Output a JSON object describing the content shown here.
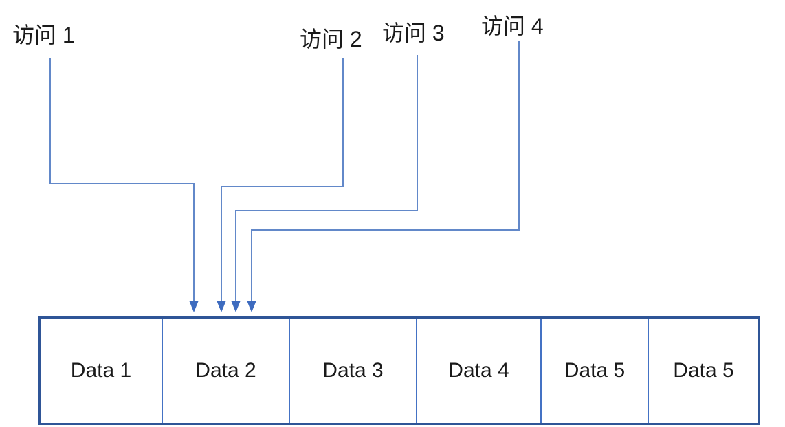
{
  "diagram": {
    "access_labels": [
      {
        "text": "访问 1"
      },
      {
        "text": "访问 2"
      },
      {
        "text": "访问 3"
      },
      {
        "text": "访问 4"
      }
    ],
    "cells": [
      {
        "label": "Data 1"
      },
      {
        "label": "Data 2"
      },
      {
        "label": "Data 3"
      },
      {
        "label": "Data 4"
      },
      {
        "label": "Data 5"
      },
      {
        "label": "Data 5"
      }
    ],
    "colors": {
      "connector": "#6288c9",
      "arrowhead": "#3d6bbf",
      "box_border": "#2f5597",
      "cell_divider": "#4472c4",
      "text": "#1a1a1a"
    }
  }
}
